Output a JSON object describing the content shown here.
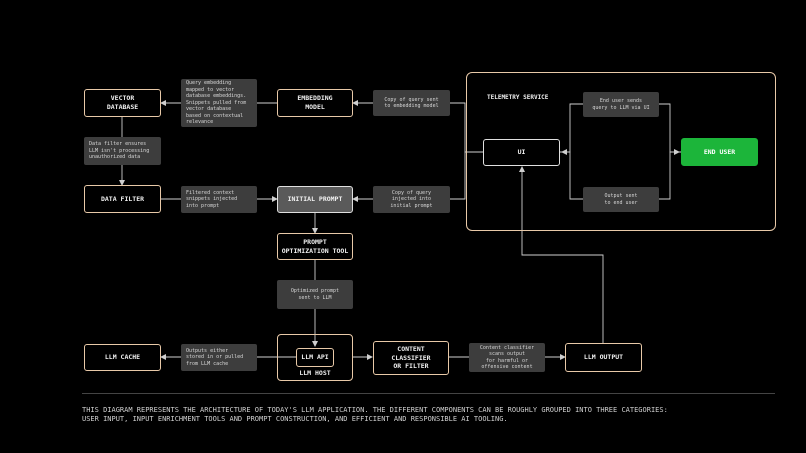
{
  "nodes": {
    "vector_database": "VECTOR\nDATABASE",
    "embedding_model": "EMBEDDING\nMODEL",
    "data_filter": "DATA FILTER",
    "initial_prompt": "INITIAL PROMPT",
    "prompt_optimization_tool": "PROMPT\nOPTIMIZATION TOOL",
    "llm_cache": "LLM CACHE",
    "llm_api": "LLM API",
    "llm_host": "LLM   HOST",
    "content_classifier": "CONTENT\nCLASSIFIER\nOR FILTER",
    "llm_output": "LLM OUTPUT",
    "ui": "UI",
    "end_user": "END USER",
    "telemetry_service": "TELEMETRY SERVICE"
  },
  "notes": {
    "query_embedding": "Query embedding\nmapped to vector\ndatabase embeddings.\nSnippets pulled from\nvector database\nbased on contextual\nrelevance",
    "copy_to_embedding": "Copy of query sent\nto embedding model",
    "data_filter_note": "Data filter ensures\nLLM isn't processing\nunauthorized data",
    "filtered_context": "Filtered context\nsnippets injected\ninto prompt",
    "copy_to_prompt": "Copy of query\ninjected into\ninitial prompt",
    "optimized_prompt": "Optimized prompt\nsent to LLM",
    "cache_outputs": "Outputs either\nstored in or pulled\nfrom LLM cache",
    "classifier_scans": "Content classifier\nscans output\nfor harmful or\noffensive content",
    "end_user_sends": "End user sends\nquery to LLM via UI",
    "output_sent": "Output sent\nto end user"
  },
  "caption": "THIS DIAGRAM REPRESENTS THE ARCHITECTURE OF TODAY'S LLM APPLICATION. THE DIFFERENT COMPONENTS CAN BE ROUGHLY GROUPED INTO THREE CATEGORIES:\nUSER INPUT, INPUT ENRICHMENT TOOLS AND PROMPT CONSTRUCTION, AND EFFICIENT AND RESPONSIBLE AI TOOLING.",
  "colors": {
    "background": "#000000",
    "box_border": "#e8c9a8",
    "note_fill": "#3d3d3d",
    "prompt_fill": "#5a5a5a",
    "end_user_fill": "#1cb53a",
    "wire": "#cfcfcf"
  }
}
